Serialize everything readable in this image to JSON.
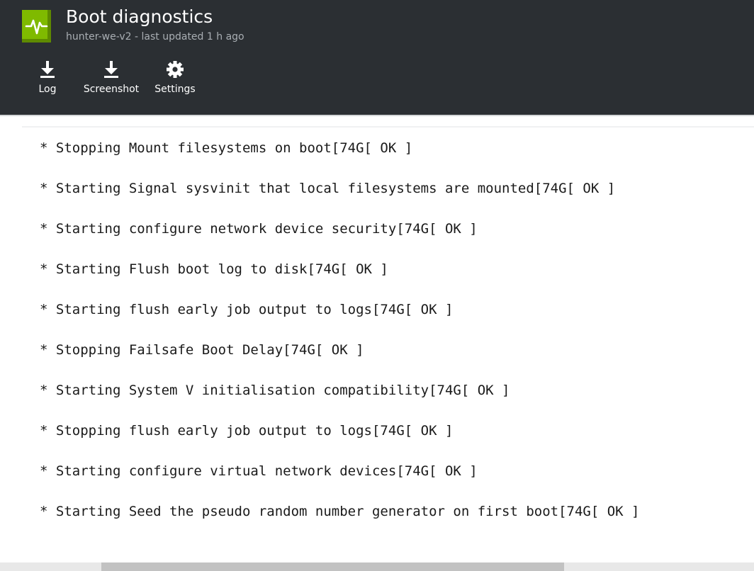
{
  "header": {
    "title": "Boot diagnostics",
    "subtitle": "hunter-we-v2 - last updated 1 h ago",
    "icon": "boot-diagnostics-icon",
    "accent_color": "#7fba00",
    "background_color": "#2b2f33"
  },
  "toolbar": {
    "log_label": "Log",
    "screenshot_label": "Screenshot",
    "settings_label": "Settings"
  },
  "log": {
    "lines": [
      "* Stopping Mount filesystems on boot[74G[ OK ]",
      "* Starting Signal sysvinit that local filesystems are mounted[74G[ OK ]",
      "* Starting configure network device security[74G[ OK ]",
      "* Starting Flush boot log to disk[74G[ OK ]",
      "* Starting flush early job output to logs[74G[ OK ]",
      "* Stopping Failsafe Boot Delay[74G[ OK ]",
      "* Starting System V initialisation compatibility[74G[ OK ]",
      "* Stopping flush early job output to logs[74G[ OK ]",
      "* Starting configure virtual network devices[74G[ OK ]",
      "* Starting Seed the pseudo random number generator on first boot[74G[ OK ]"
    ]
  }
}
